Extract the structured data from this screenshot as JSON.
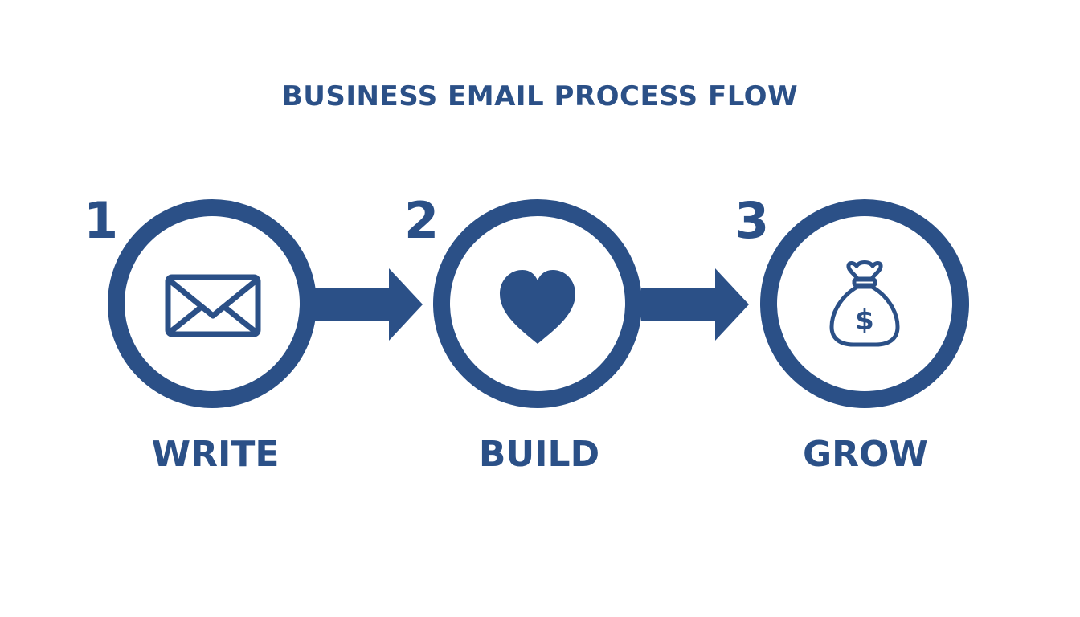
{
  "title": "BUSINESS EMAIL PROCESS FLOW",
  "accent_color": "#2b5087",
  "steps": [
    {
      "number": "1",
      "label": "WRITE",
      "icon": "envelope-icon"
    },
    {
      "number": "2",
      "label": "BUILD",
      "icon": "heart-icon"
    },
    {
      "number": "3",
      "label": "GROW",
      "icon": "money-bag-icon"
    }
  ],
  "money_bag_symbol": "$"
}
